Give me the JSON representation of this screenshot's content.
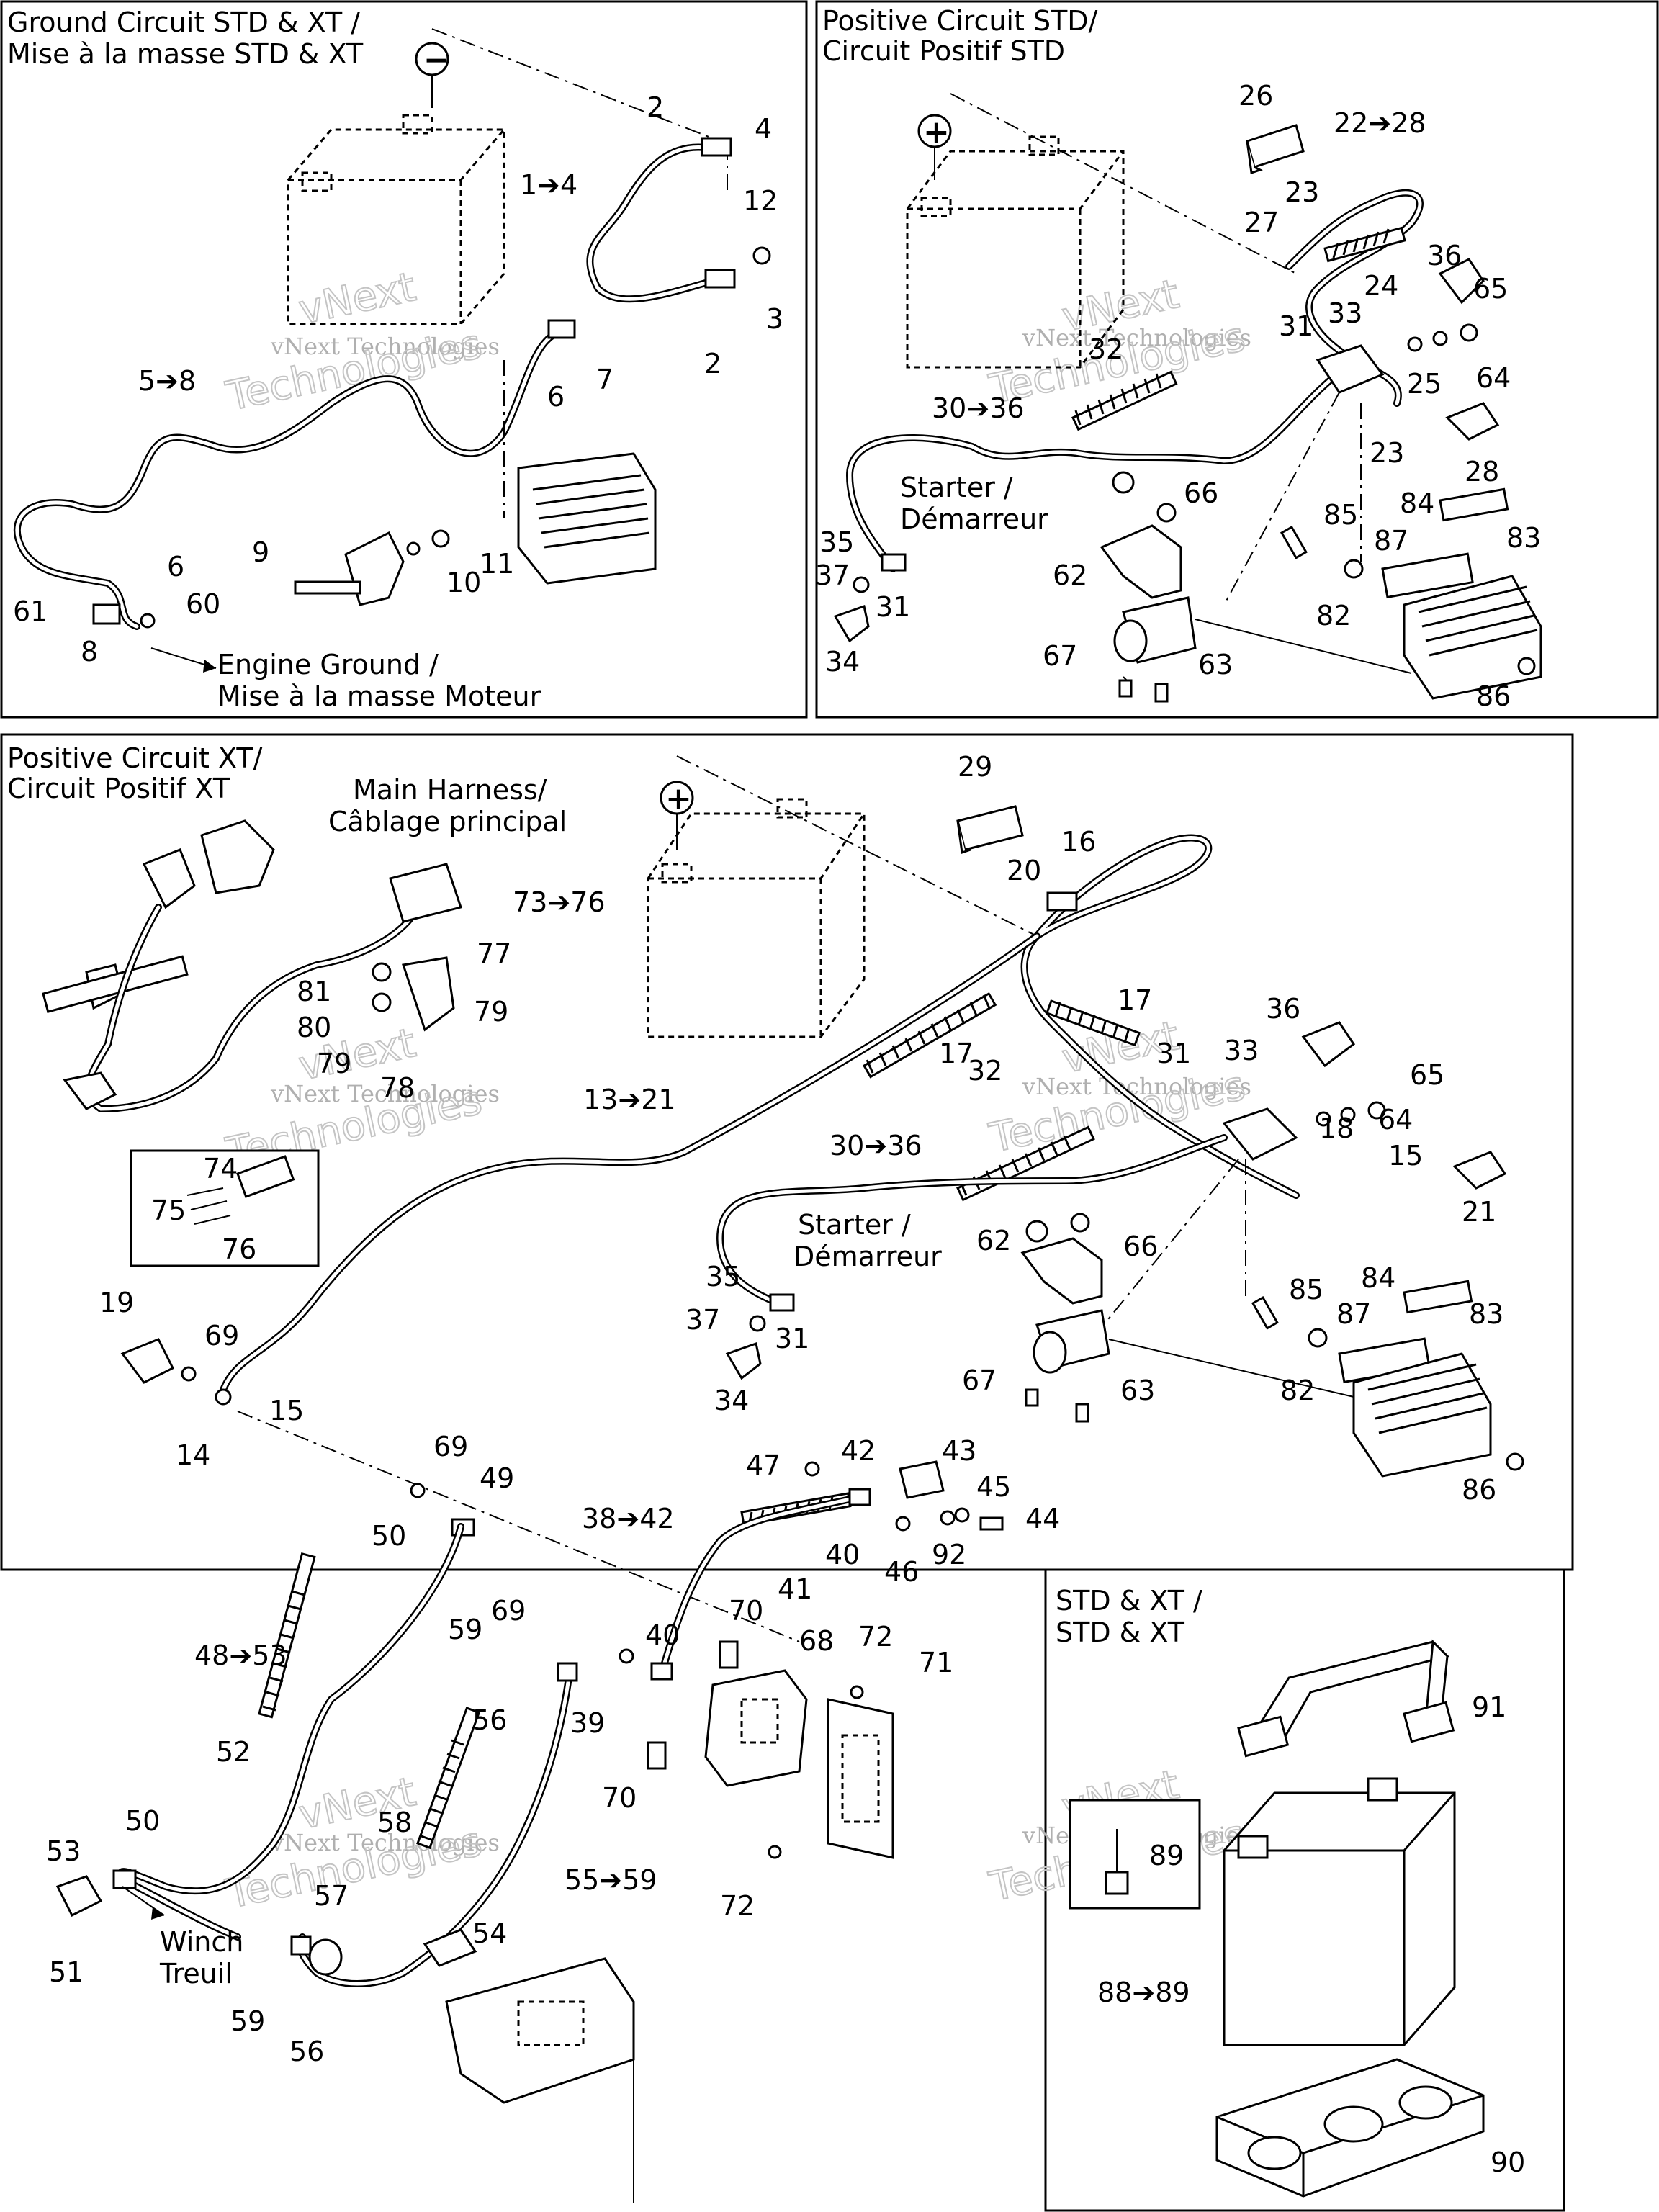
{
  "panels": {
    "ground": {
      "title_line1": "Ground Circuit STD & XT /",
      "title_line2": "Mise à la masse STD & XT",
      "sign": "−",
      "engine_ground": [
        "Engine Ground /",
        "Mise à la masse Moteur"
      ],
      "callouts": [
        "2",
        "4",
        "1➔4",
        "12",
        "3",
        "2",
        "6",
        "7",
        "5➔8",
        "9",
        "10",
        "11",
        "6",
        "60",
        "61",
        "8"
      ]
    },
    "positive_std": {
      "title_line1": "Positive Circuit STD/",
      "title_line2": "Circuit Positif STD",
      "sign": "+",
      "starter": [
        "Starter /",
        "Démarreur"
      ],
      "callouts": [
        "26",
        "22➔28",
        "23",
        "27",
        "24",
        "36",
        "65",
        "31",
        "33",
        "32",
        "25",
        "64",
        "30➔36",
        "28",
        "23",
        "66",
        "85",
        "84",
        "87",
        "83",
        "35",
        "37",
        "31",
        "62",
        "82",
        "34",
        "67",
        "63",
        "86"
      ]
    },
    "positive_xt": {
      "title_line1": "Positive Circuit XT/",
      "title_line2": "Circuit Positif XT",
      "sign": "+",
      "main_harness": [
        "Main Harness/",
        "Câblage principal"
      ],
      "starter": [
        "Starter /",
        "Démarreur"
      ],
      "winch": [
        "Winch",
        "Treuil"
      ],
      "callouts": [
        "29",
        "16",
        "20",
        "73➔76",
        "77",
        "81",
        "80",
        "79",
        "79",
        "78",
        "17",
        "17",
        "36",
        "33",
        "31",
        "65",
        "18",
        "64",
        "15",
        "21",
        "13➔21",
        "32",
        "74",
        "75",
        "76",
        "30➔36",
        "35",
        "37",
        "31",
        "34",
        "62",
        "66",
        "85",
        "84",
        "87",
        "83",
        "82",
        "67",
        "63",
        "86",
        "19",
        "69",
        "14",
        "15",
        "69",
        "49",
        "50",
        "47",
        "42",
        "43",
        "45",
        "38➔42",
        "44",
        "40",
        "92",
        "46",
        "41",
        "69",
        "70",
        "59",
        "40",
        "72",
        "68",
        "71",
        "48➔53",
        "39",
        "56",
        "52",
        "70",
        "50",
        "58",
        "53",
        "55➔59",
        "57",
        "51",
        "72",
        "54",
        "59",
        "56"
      ]
    },
    "battery": {
      "title_line1": "STD & XT /",
      "title_line2": "STD & XT",
      "callouts": [
        "91",
        "89",
        "88➔89",
        "90"
      ]
    }
  },
  "watermark": {
    "line1": "vNext Technologies",
    "line2": "vNext",
    "line3": "Technologies"
  }
}
